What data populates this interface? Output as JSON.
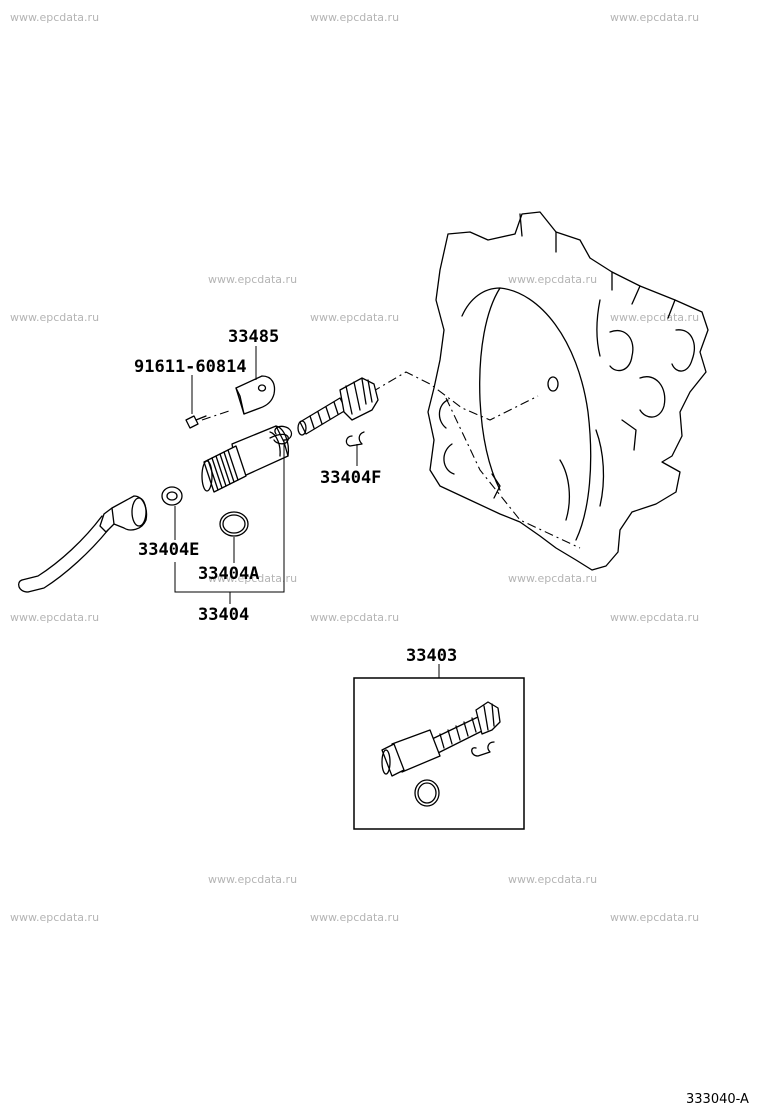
{
  "watermark": "www.epcdata.ru",
  "parts": {
    "p33485": "33485",
    "p91611": "91611-60814",
    "p33404F": "33404F",
    "p33404E": "33404E",
    "p33404A": "33404A",
    "p33404": "33404",
    "p33403": "33403"
  },
  "diagram_code": "333040-A"
}
